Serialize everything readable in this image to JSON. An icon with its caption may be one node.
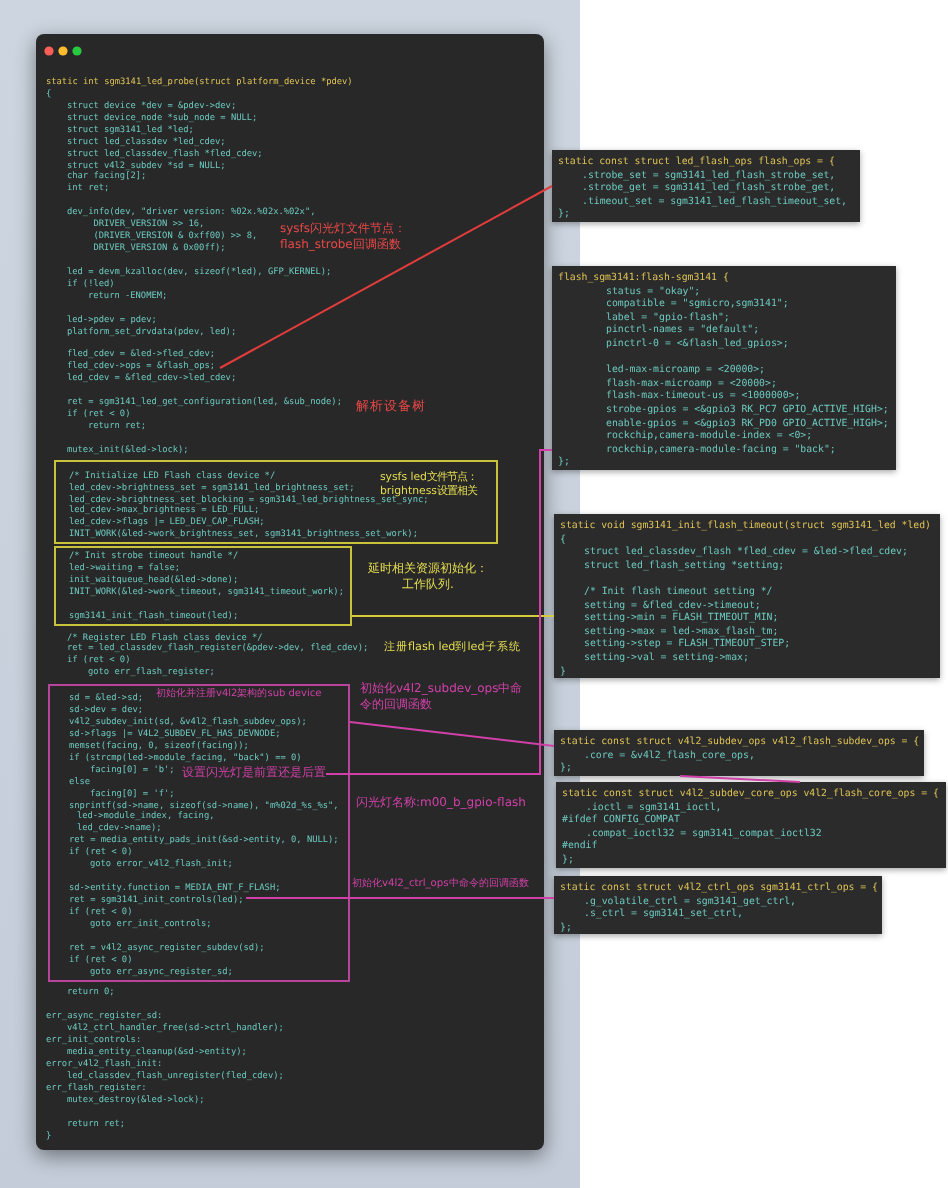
{
  "diagram": {
    "nodes": [
      {
        "text": [
          "static int sgm3141_led_probe(struct platform_device *pdev)",
          "{",
          "struct device *dev = &pdev->dev;",
          "struct device_node *sub_node = NULL;",
          "struct sgm3141_led *led;",
          "struct led_classdev *led_cdev;",
          "struct led_classdev_flash *fled_cdev;",
          "struct v4l2_subdev *sd = NULL;",
          "char facing[2];",
          "int ret;",
          "dev_info(dev, \"driver version: %02x.%02x.%02x\",",
          "DRIVER_VERSION >> 16,",
          "(DRIVER_VERSION & 0xff00) >> 8,",
          "DRIVER_VERSION & 0x00ff);",
          "led = devm_kzalloc(dev, sizeof(*led), GFP_KERNEL);",
          "if (!led)",
          "return -ENOMEM;",
          "led->pdev = pdev;",
          "platform_set_drvdata(pdev, led);",
          "fled_cdev = &led->fled_cdev;",
          "fled_cdev->ops = &flash_ops;",
          "led_cdev = &fled_cdev->led_cdev;",
          "ret = sgm3141_led_get_configuration(led, &sub_node);",
          "if (ret < 0)",
          "return ret;",
          "mutex_init(&led->lock);",
          "/* Register LED Flash class device */",
          "ret = led_classdev_flash_register(&pdev->dev, fled_cdev);",
          "if (ret < 0)",
          "goto err_flash_register;",
          "return 0;",
          "err_async_register_sd:",
          "v4l2_ctrl_handler_free(sd->ctrl_handler);",
          "err_init_controls:",
          "media_entity_cleanup(&sd->entity);",
          "error_v4l2_flash_init:",
          "led_classdev_flash_unregister(fled_cdev);",
          "err_flash_register:",
          "mutex_destroy(&led->lock);",
          "return ret;",
          "}"
        ]
      },
      {
        "text": [
          "/* Initialize LED Flash class device */",
          "led_cdev->brightness_set = sgm3141_led_brightness_set;",
          "led_cdev->brightness_set_blocking = sgm3141_led_brightness_set_sync;",
          "led_cdev->max_brightness = LED_FULL;",
          "led_cdev->flags |= LED_DEV_CAP_FLASH;",
          "INIT_WORK(&led->work_brightness_set, sgm3141_brightness_set_work);"
        ],
        "in": 0
      },
      {
        "text": [
          "/* Init strobe timeout handle */",
          "led->waiting = false;",
          "init_waitqueue_head(&led->done);",
          "INIT_WORK(&led->work_timeout, sgm3141_timeout_work);",
          "sgm3141_init_flash_timeout(led);"
        ],
        "in": 0
      },
      {
        "text": [
          "sd = &led->sd;",
          "sd->dev = dev;",
          "v4l2_subdev_init(sd, &v4l2_flash_subdev_ops);",
          "sd->flags |= V4L2_SUBDEV_FL_HAS_DEVNODE;",
          "memset(facing, 0, sizeof(facing));",
          "if (strcmp(led->module_facing, \"back\") == 0)",
          "facing[0] = 'b';",
          "else",
          "facing[0] = 'f';",
          "snprintf(sd->name, sizeof(sd->name), \"m%02d_%s_%s\",",
          "led->module_index, facing,",
          "led_cdev->name);",
          "ret = media_entity_pads_init(&sd->entity, 0, NULL);",
          "if (ret < 0)",
          "goto error_v4l2_flash_init;",
          "sd->entity.function = MEDIA_ENT_F_FLASH;",
          "ret = sgm3141_init_controls(led);",
          "if (ret < 0)",
          "goto err_init_controls;",
          "ret = v4l2_async_register_subdev(sd);",
          "if (ret < 0)",
          "goto err_async_register_sd;"
        ],
        "in": 0
      },
      {
        "text": [
          "设置闪光灯是前置还是后置"
        ],
        "in": 3
      },
      {
        "text": [
          "static const struct led_flash_ops flash_ops = {",
          ".strobe_set = sgm3141_led_flash_strobe_set,",
          ".strobe_get = sgm3141_led_flash_strobe_get,",
          ".timeout_set = sgm3141_led_flash_timeout_set,",
          "};"
        ]
      },
      {
        "text": [
          "flash_sgm3141:flash-sgm3141 {",
          "status = \"okay\";",
          "compatible = \"sgmicro,sgm3141\";",
          "label = \"gpio-flash\";",
          "pinctrl-names = \"default\";",
          "pinctrl-0 = <&flash_led_gpios>;",
          "led-max-microamp = <20000>;",
          "flash-max-microamp = <20000>;",
          "flash-max-timeout-us = <1000000>;",
          "strobe-gpios = <&gpio3 RK_PC7 GPIO_ACTIVE_HIGH>;",
          "enable-gpios = <&gpio3 RK_PD0 GPIO_ACTIVE_HIGH>;",
          "rockchip,camera-module-index = <0>;",
          "rockchip,camera-module-facing = \"back\";",
          "};"
        ]
      },
      {
        "text": [
          "static void sgm3141_init_flash_timeout(struct sgm3141_led *led)",
          "{",
          "struct led_classdev_flash *fled_cdev = &led->fled_cdev;",
          "struct led_flash_setting *setting;",
          "/* Init flash timeout setting */",
          "setting = &fled_cdev->timeout;",
          "setting->min = FLASH_TIMEOUT_MIN;",
          "setting->max = led->max_flash_tm;",
          "setting->step = FLASH_TIMEOUT_STEP;",
          "setting->val = setting->max;",
          "}"
        ]
      },
      {
        "text": [
          "static const struct v4l2_subdev_ops v4l2_flash_subdev_ops = {",
          ".core = &v4l2_flash_core_ops,",
          "};"
        ]
      },
      {
        "text": [
          "static const struct v4l2_subdev_core_ops v4l2_flash_core_ops = {",
          ".ioctl = sgm3141_ioctl,",
          "#ifdef CONFIG_COMPAT",
          ".compat_ioctl32 = sgm3141_compat_ioctl32",
          "#endif",
          "};"
        ]
      },
      {
        "text": [
          "static const struct v4l2_ctrl_ops sgm3141_ctrl_ops = {",
          ".g_volatile_ctrl = sgm3141_get_ctrl,",
          ".s_ctrl = sgm3141_set_ctrl,",
          "};"
        ]
      }
    ],
    "edges": [
      {
        "from": null,
        "to": 5,
        "arrow": "none",
        "color": "#e23c3c"
      },
      {
        "from": 2,
        "to": 7,
        "arrow": "none",
        "color": "#d4cc3c"
      },
      {
        "from": 4,
        "to": 6,
        "arrow": "none"
      },
      {
        "from": 3,
        "to": 8,
        "arrow": "none"
      },
      {
        "from": 8,
        "to": 9,
        "arrow": "none"
      },
      {
        "from": null,
        "to": 10,
        "arrow": "none"
      }
    ],
    "labels": [
      "sysfs闪光灯文件节点：flash_strobe回调函数",
      "解析设备树",
      "sysfs led文件节点：brightness设置相关",
      "延时相关资源初始化：工作队列.",
      "注册flash led到led子系统",
      "初始化并注册v4l2架构的sub device",
      "初始化v4l2_subdev_ops中命令的回调函数",
      "闪光灯名称:m00_b_gpio-flash",
      "初始化v4l2_ctrl_ops中命令的回调函数"
    ]
  }
}
